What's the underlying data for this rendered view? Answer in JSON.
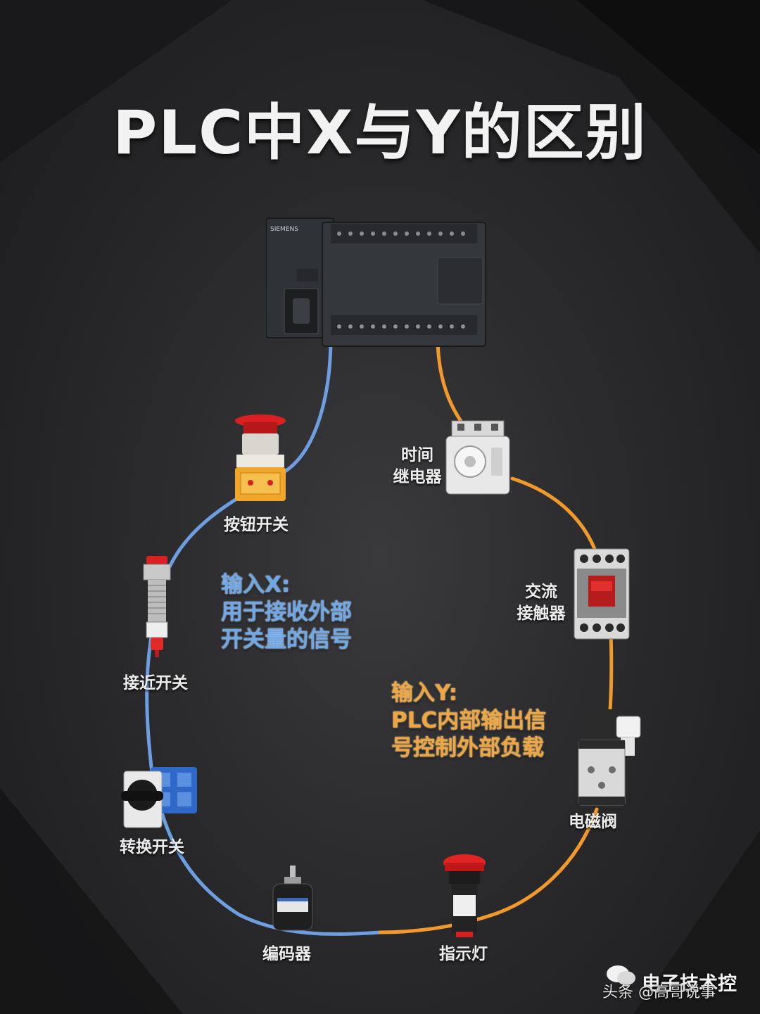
{
  "title": "PLC中X与Y的区别",
  "input_note": {
    "heading": "输入X:",
    "line1": "用于接收外部",
    "line2": "开关量的信号"
  },
  "output_note": {
    "heading": "输入Y:",
    "line1": "PLC内部输出信",
    "line2": "号控制外部负载"
  },
  "input_devices": [
    {
      "label": "按钮开关"
    },
    {
      "label": "接近开关"
    },
    {
      "label": "转换开关"
    },
    {
      "label": "编码器"
    }
  ],
  "output_devices": [
    {
      "label_line1": "时间",
      "label_line2": "继电器"
    },
    {
      "label_line1": "交流",
      "label_line2": "接触器"
    },
    {
      "label": "电磁阀"
    },
    {
      "label": "指示灯"
    }
  ],
  "plc": {
    "brand": "SIEMENS"
  },
  "watermark": {
    "line1": "电子技术控",
    "line2": "头条 @高哥说事"
  },
  "colors": {
    "input_wire": "#6c9ee0",
    "output_wire": "#f09a2c",
    "input_text": "#6fa8e6",
    "output_text": "#f0a640",
    "background": "#2a2a2c"
  }
}
